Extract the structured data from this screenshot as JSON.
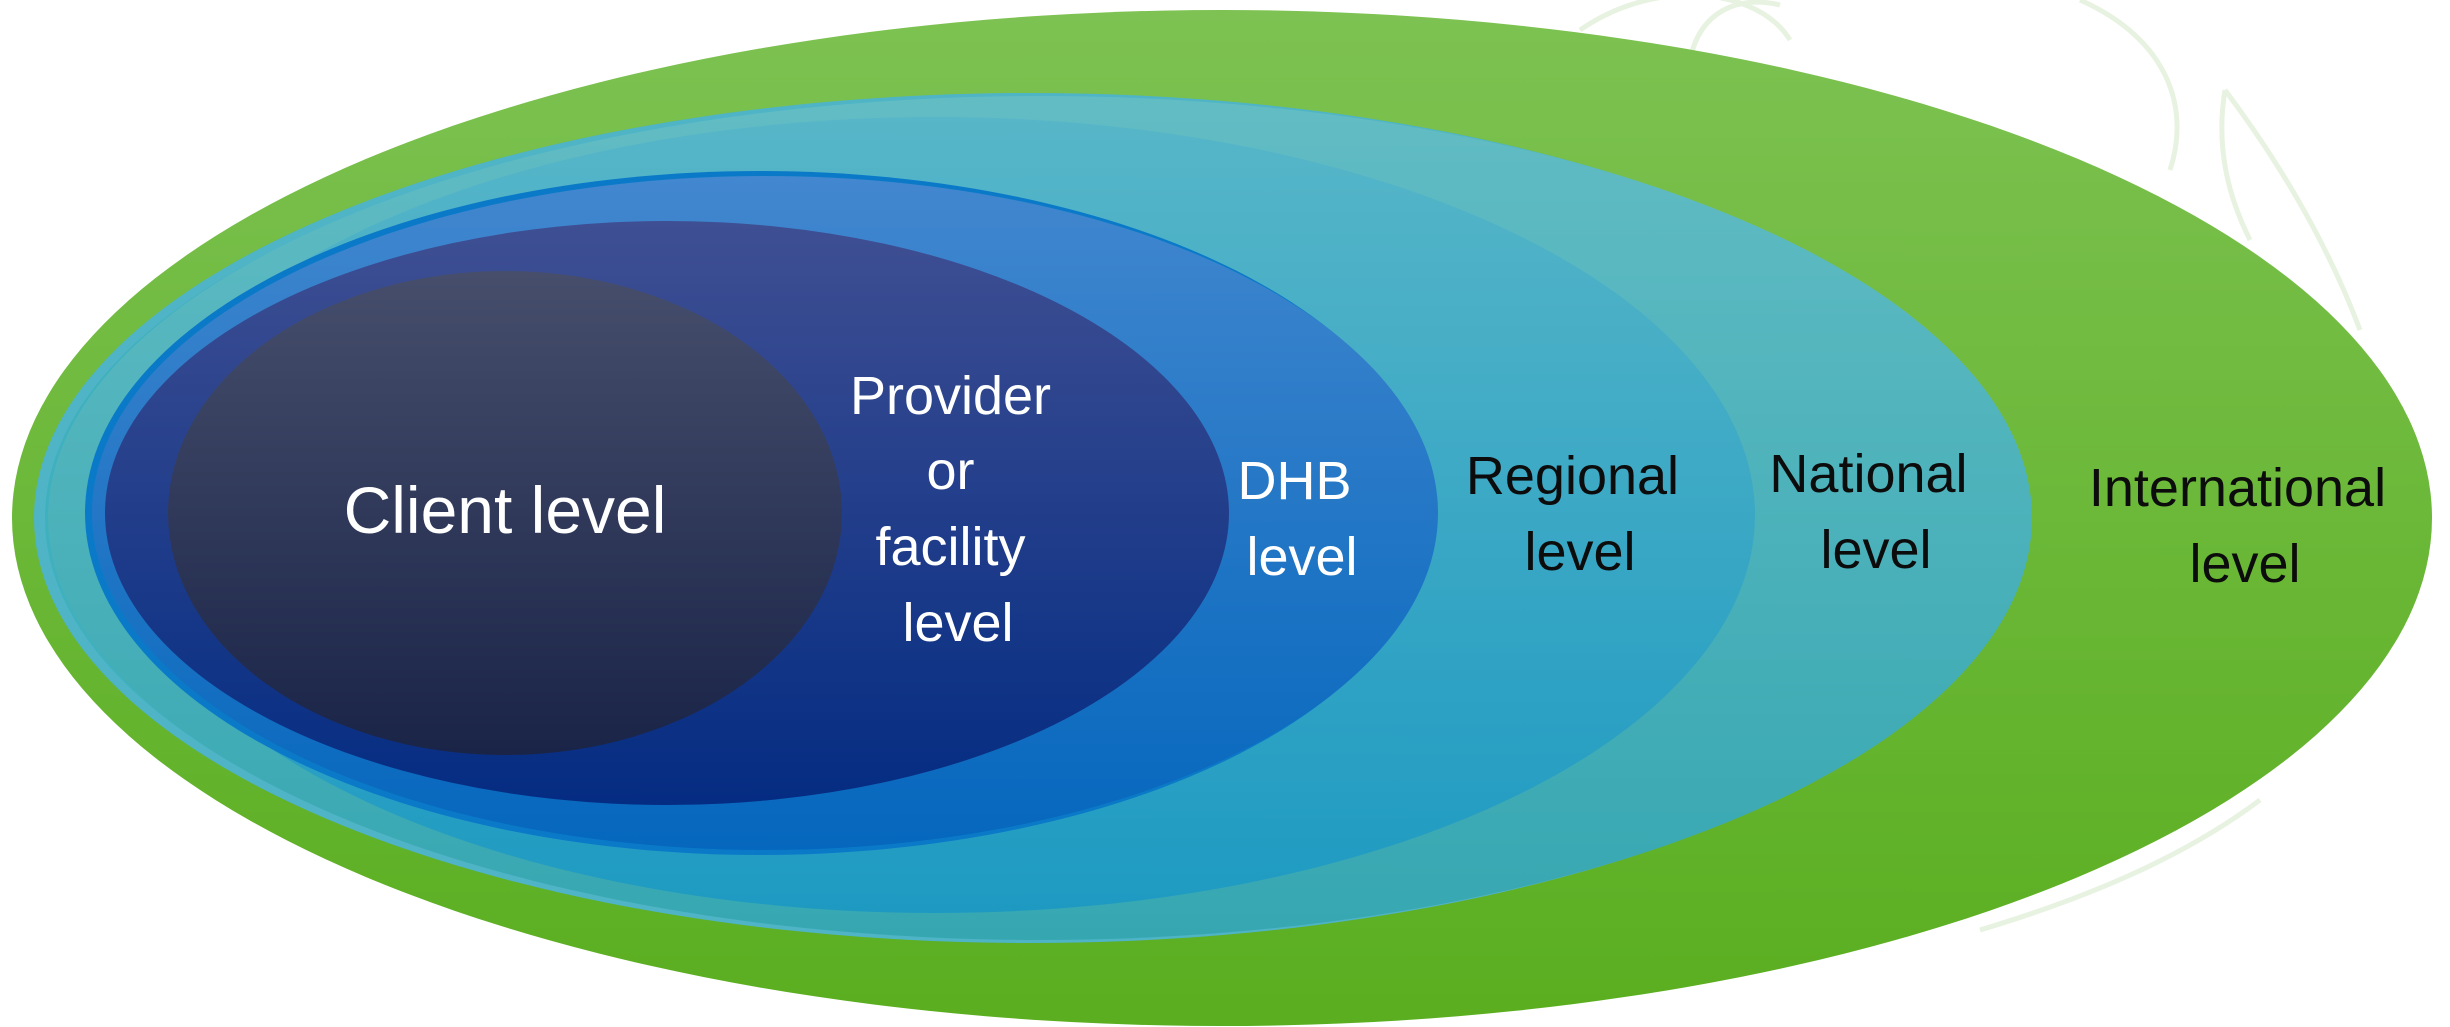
{
  "diagram": {
    "levels": [
      {
        "id": "international",
        "lines": [
          "International",
          "level"
        ],
        "text_color": "#0c0c0c",
        "fill_top": "#7dc252",
        "fill_bottom": "#5aae1f"
      },
      {
        "id": "national",
        "lines": [
          "National",
          "level"
        ],
        "text_color": "#0c0c0c",
        "fill_top": "#62bcc4",
        "fill_bottom": "#36a7b1"
      },
      {
        "id": "regional",
        "lines": [
          "Regional",
          "level"
        ],
        "text_color": "#0c0c0c",
        "fill_top": "#57b6c8",
        "fill_bottom": "#1e9ac2"
      },
      {
        "id": "dhb",
        "lines": [
          "DHB",
          "level"
        ],
        "text_color": "#ffffff",
        "fill_top": "#4287cf",
        "fill_bottom": "#0567bd"
      },
      {
        "id": "provider",
        "lines": [
          "Provider",
          "or",
          "facility",
          "level"
        ],
        "text_color": "#ffffff",
        "fill_top": "#3f4f93",
        "fill_bottom": "#042c82"
      },
      {
        "id": "client",
        "lines": [
          "Client level"
        ],
        "text_color": "#ffffff",
        "fill_top": "#464e6c",
        "fill_bottom": "#1a2447"
      }
    ]
  }
}
